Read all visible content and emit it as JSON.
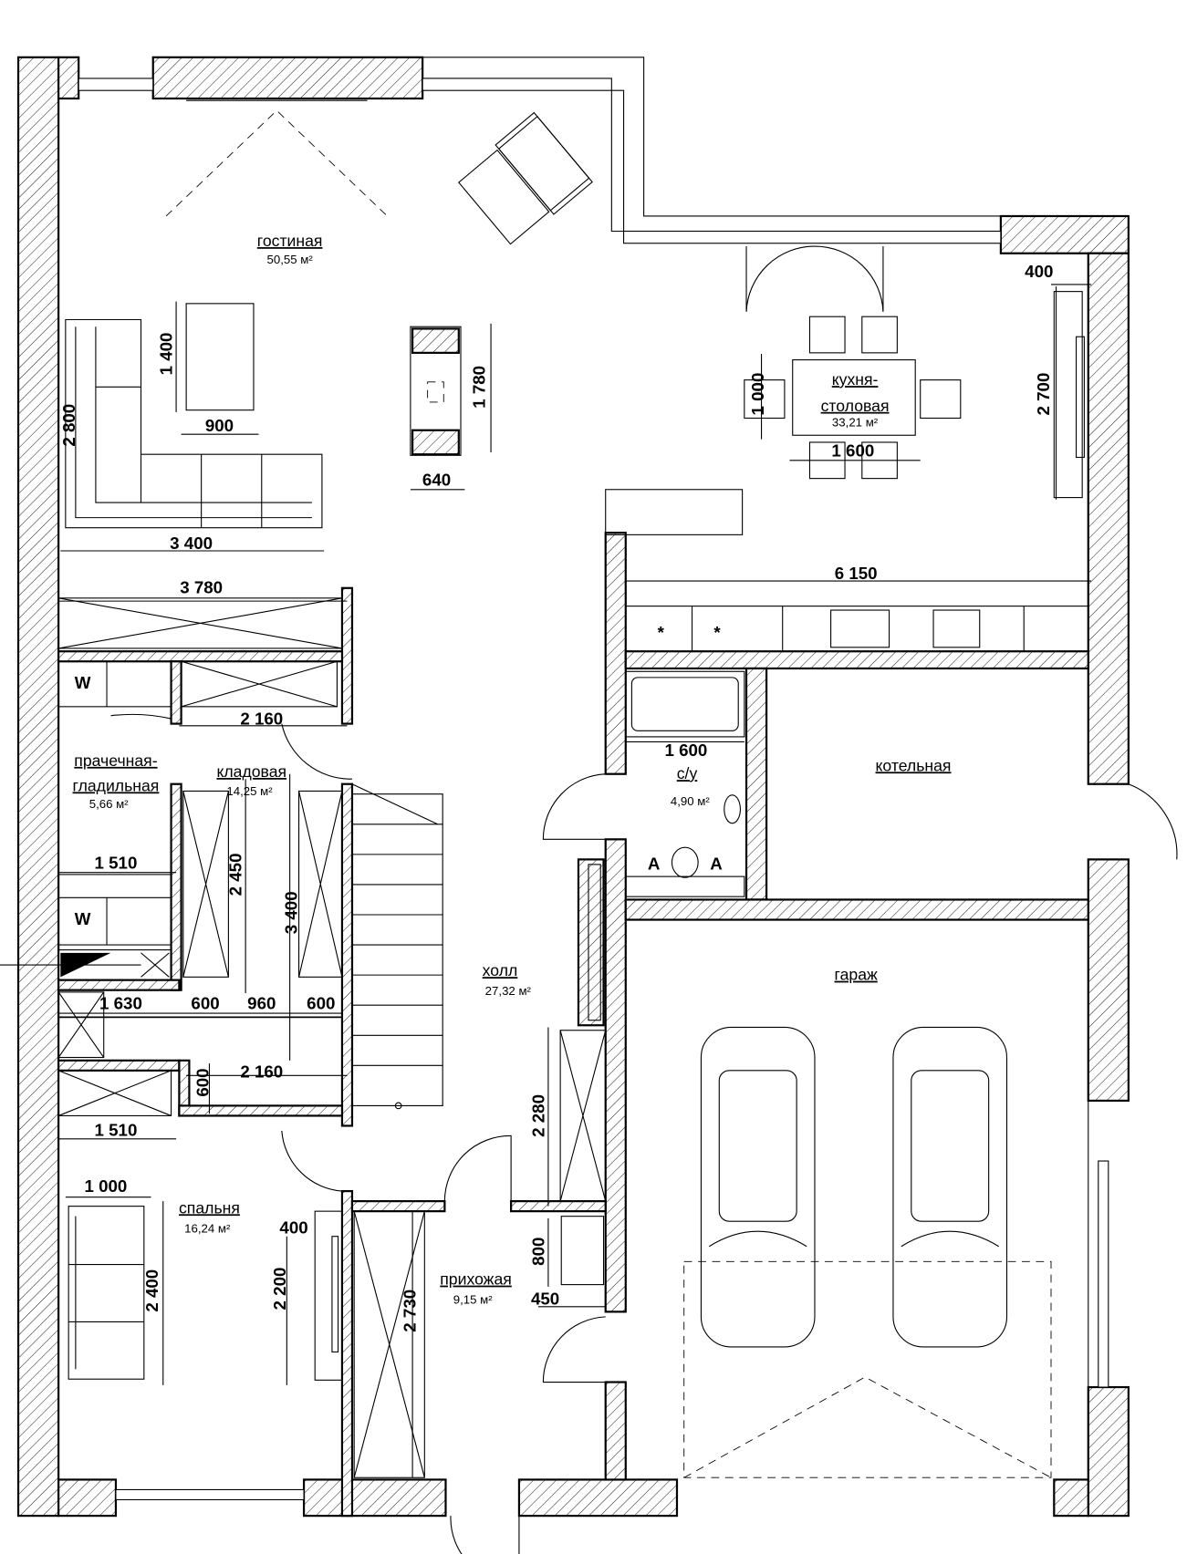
{
  "rooms": [
    {
      "name": "гостиная",
      "area": "50,55 м²"
    },
    {
      "name": "кухня-",
      "name2": "столовая",
      "area": "33,21 м²"
    },
    {
      "name": "котельная"
    },
    {
      "name": "с/у",
      "area": "4,90 м²"
    },
    {
      "name": "прачечная-",
      "name2": "гладильная",
      "area": "5,66 м²"
    },
    {
      "name": "кладовая",
      "area": "14,25 м²"
    },
    {
      "name": "холл",
      "area": "27,32 м²"
    },
    {
      "name": "гараж"
    },
    {
      "name": "спальня",
      "area": "16,24 м²"
    },
    {
      "name": "прихожая",
      "area": "9,15 м²"
    }
  ],
  "dimensions": {
    "living_table_h": "1 400",
    "living_table_w": "900",
    "sofa_h": "2 800",
    "sofa_w": "3 400",
    "fireplace_w": "640",
    "fireplace_h": "1 780",
    "kitchen_wall": "400",
    "kitchen_tv": "2 700",
    "dining_table_h": "1 000",
    "dining_table_w": "1 600",
    "kitchen_counter": "6 150",
    "wardrobe_top": "3 780",
    "pantry_top": "2 160",
    "bath_w": "1 600",
    "laundry_w": "1 510",
    "pantry_shelf_h": "2 450",
    "pantry_h": "3 400",
    "pantry_a": "1 630",
    "pantry_b": "600",
    "pantry_c": "960",
    "pantry_d": "600",
    "pantry_bottom": "2 160",
    "pantry_small": "600",
    "wardrobe_bottom": "1 510",
    "bed_w": "1 000",
    "bed_h": "2 400",
    "bedroom_tv_d": "400",
    "bedroom_tv_h": "2 200",
    "hall_closet_h": "2 730",
    "hall_wardrobe_h": "2 280",
    "shower_h": "800",
    "shower_w": "450"
  },
  "fixtures": {
    "washer_1": "W",
    "washer_2": "W",
    "wc_mark_left": "A",
    "wc_mark_right": "A",
    "fridge_1": "*",
    "fridge_2": "*"
  }
}
